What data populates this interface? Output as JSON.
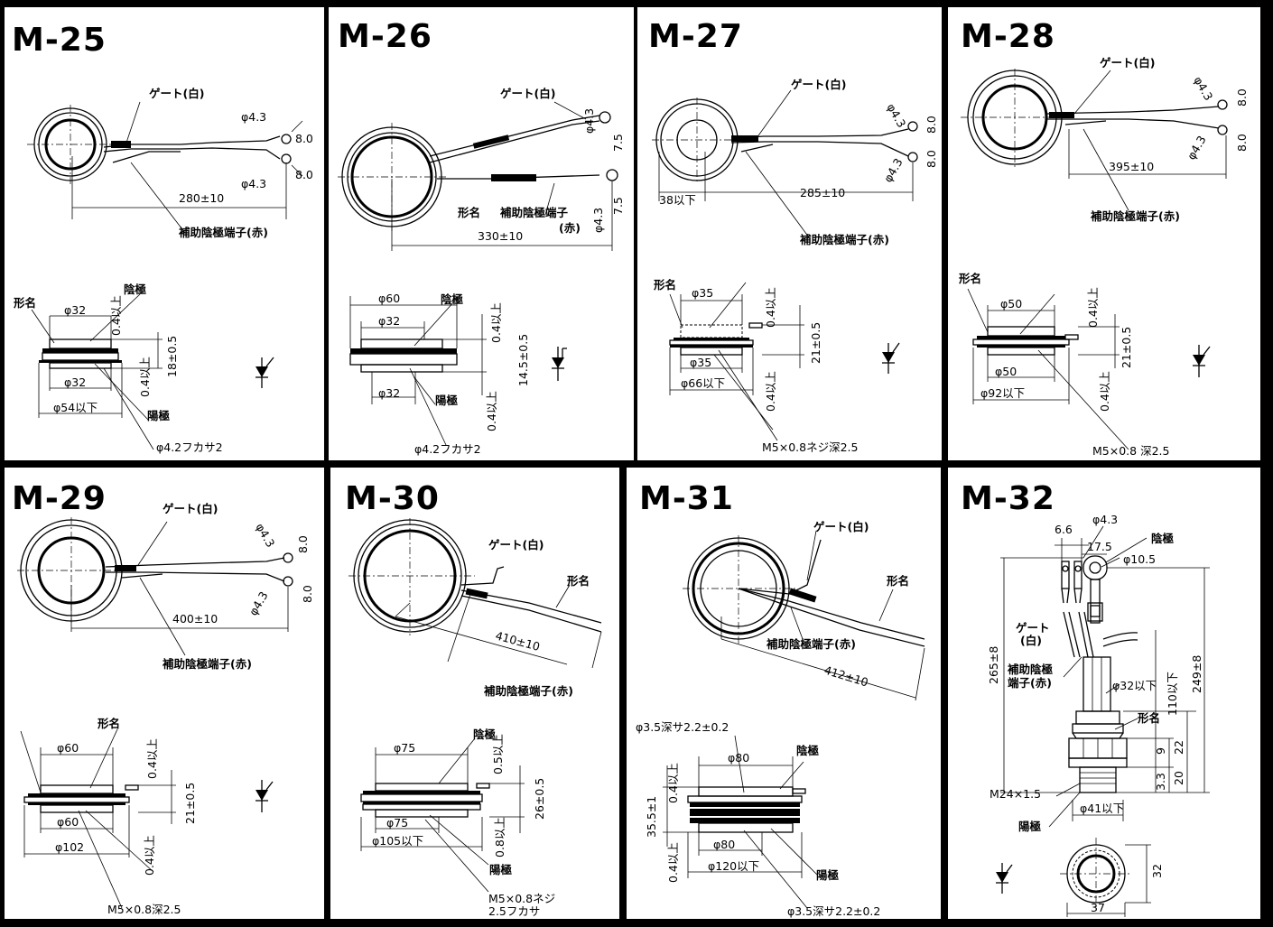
{
  "panels": [
    {
      "id": "M-25",
      "title": "M-25",
      "labels": {
        "gate": "ゲート(白)",
        "phi1": "φ4.3",
        "phi2": "φ4.3",
        "d8a": "8.0",
        "d8b": "8.0",
        "length": "280±10",
        "aux": "補助陰極端子(赤)",
        "model": "形名",
        "cathode": "陰極",
        "d_top": "φ32",
        "gap_top": "0.4以上",
        "height": "18±0.5",
        "gap_bot": "0.4以上",
        "d_bot": "φ32",
        "d_out": "φ54以下",
        "anode": "陽極",
        "hole": "φ4.2フカサ2"
      }
    },
    {
      "id": "M-26",
      "title": "M-26",
      "labels": {
        "gate": "ゲート(白)",
        "phi1": "φ4.3",
        "phi2": "φ4.3",
        "d7a": "7.5",
        "d7b": "7.5",
        "model": "形名",
        "aux": "補助陰極端子",
        "aux2": "(赤)",
        "length": "330±10",
        "d_out": "φ60",
        "d_top": "φ32",
        "cathode": "陰極",
        "gap_top": "0.4以上",
        "height": "14.5±0.5",
        "d_bot": "φ32",
        "anode": "陽極",
        "gap_bot": "0.4以上",
        "hole": "φ4.2フカサ2"
      }
    },
    {
      "id": "M-27",
      "title": "M-27",
      "labels": {
        "gate": "ゲート(白)",
        "phi1": "φ4.3",
        "phi2": "φ4.3",
        "d8a": "8.0",
        "d8b": "8.0",
        "d38": "38以下",
        "length": "285±10",
        "aux": "補助陰極端子(赤)",
        "model": "形名",
        "d_top": "φ35",
        "gap_top": "0.4以上",
        "height": "21±0.5",
        "d_bot": "φ35",
        "d_out": "φ66以下",
        "gap_bot": "0.4以上",
        "screw": "M5×0.8ネジ深2.5"
      }
    },
    {
      "id": "M-28",
      "title": "M-28",
      "labels": {
        "gate": "ゲート(白)",
        "phi1": "φ4.3",
        "phi2": "φ4.3",
        "d8a": "8.0",
        "d8b": "8.0",
        "length": "395±10",
        "aux": "補助陰極端子(赤)",
        "model": "形名",
        "d_top": "φ50",
        "gap_top": "0.4以上",
        "height": "21±0.5",
        "d_bot": "φ50",
        "d_out": "φ92以下",
        "gap_bot": "0.4以上",
        "screw": "M5×0.8 深2.5"
      }
    },
    {
      "id": "M-29",
      "title": "M-29",
      "labels": {
        "gate": "ゲート(白)",
        "phi1": "φ4.3",
        "phi2": "φ4.3",
        "d8a": "8.0",
        "d8b": "8.0",
        "length": "400±10",
        "aux": "補助陰極端子(赤)",
        "model": "形名",
        "d_top": "φ60",
        "gap_top": "0.4以上",
        "height": "21±0.5",
        "d_bot": "φ60",
        "d_out": "φ102",
        "gap_bot": "0.4以上",
        "screw": "M5×0.8深2.5"
      }
    },
    {
      "id": "M-30",
      "title": "M-30",
      "labels": {
        "gate": "ゲート(白)",
        "model": "形名",
        "length": "410±10",
        "aux": "補助陰極端子(赤)",
        "cathode": "陰極",
        "d_top": "φ75",
        "gap_top": "0.5以上",
        "height": "26±0.5",
        "d_bot": "φ75",
        "d_out": "φ105以下",
        "gap_bot": "0.8以上",
        "anode": "陽極",
        "screw1": "M5×0.8ネジ",
        "screw2": "2.5フカサ"
      }
    },
    {
      "id": "M-31",
      "title": "M-31",
      "labels": {
        "gate": "ゲート(白)",
        "model": "形名",
        "aux": "補助陰極端子(赤)",
        "length": "412±10",
        "hole_top": "φ3.5深サ2.2±0.2",
        "cathode": "陰極",
        "d_top": "φ80",
        "gap_top": "0.4以上",
        "height": "35.5±1",
        "gap_bot": "0.4以上",
        "d_bot": "φ80",
        "d_out": "φ120以下",
        "anode": "陽極",
        "hole_bot": "φ3.5深サ2.2±0.2"
      }
    },
    {
      "id": "M-32",
      "title": "M-32",
      "labels": {
        "phi43": "φ4.3",
        "w66": "6.6",
        "w175": "17.5",
        "cathode": "陰極",
        "phi105": "φ10.5",
        "gate1": "ゲート",
        "gate2": "(白)",
        "aux1": "補助陰極",
        "aux2": "端子(赤)",
        "h265": "265±8",
        "h249": "249±8",
        "h110": "110以下",
        "d32": "φ32以下",
        "model": "形名",
        "h9": "9",
        "h22": "22",
        "h33": "3.3",
        "h20": "20",
        "thread": "M24×1.5",
        "d41": "φ41以下",
        "anode": "陽極",
        "w37": "37",
        "h32": "32"
      }
    }
  ]
}
